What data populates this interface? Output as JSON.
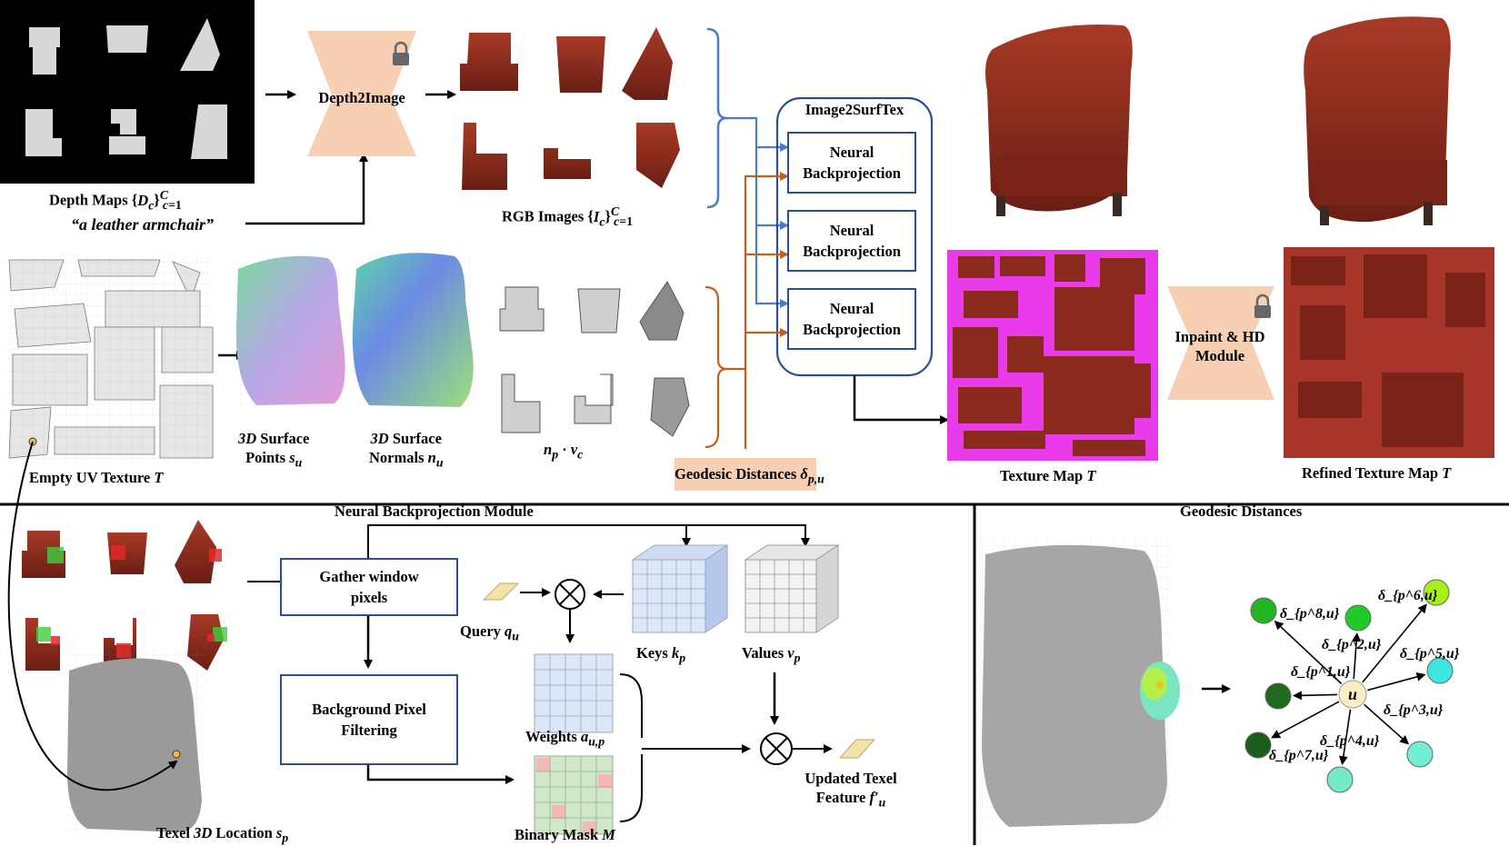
{
  "top": {
    "depth_maps_label": "Depth Maps {D_c}_{c=1}^C",
    "prompt_text": "“a leather armchair”",
    "depth2image_label": "Depth2Image",
    "rgb_images_label": "RGB Images {I_c}_{c=1}^C",
    "image2surftex_title": "Image2SurfTex",
    "neural_backprojection_label": "Neural Backprojection",
    "empty_uv_label": "Empty UV Texture T",
    "surface_points_label": "3D Surface Points s_u",
    "surface_normals_label": "3D Surface Normals n_u",
    "np_vc_label": "n_p · v_c",
    "geodesic_box_label": "Geodesic Distances δ_{p,u}",
    "texture_map_label": "Texture Map T",
    "inpaint_label": "Inpaint & HD Module",
    "refined_label": "Refined Texture Map T"
  },
  "bottom_left": {
    "title": "Neural Backprojection Module",
    "gather_label": "Gather window pixels",
    "bg_filter_label": "Background Pixel Filtering",
    "query_label": "Query q_u",
    "keys_label": "Keys k_p",
    "values_label": "Values v_p",
    "weights_label": "Weights a_{u,p}",
    "mask_label": "Binary Mask M",
    "updated_label": "Updated Texel Feature f'_u",
    "texel_label": "Texel 3D Location s_p"
  },
  "bottom_right": {
    "title": "Geodesic Distances",
    "center_label": "u",
    "nodes": [
      {
        "label": "δ_{p^8,u}",
        "color": "#22b522"
      },
      {
        "label": "δ_{p^6,u}",
        "color": "#a6f01c"
      },
      {
        "label": "δ_{p^2,u}",
        "color": "#22c92a"
      },
      {
        "label": "δ_{p^5,u}",
        "color": "#3ee6e0"
      },
      {
        "label": "δ_{p^1,u}",
        "color": "#1f6a1f"
      },
      {
        "label": "δ_{p^3,u}",
        "color": "#72eed2"
      },
      {
        "label": "δ_{p^4,u}",
        "color": "#74e9c6"
      },
      {
        "label": "δ_{p^7,u}",
        "color": "#1a5e1a"
      }
    ]
  },
  "colors": {
    "box_border": "#2a4f8f",
    "peach": "#f7cfb2",
    "blue_arrow": "#4a7cc8",
    "orange_arrow": "#c2601c",
    "leather": "#8a2a1c",
    "magenta": "#ea3bea"
  }
}
